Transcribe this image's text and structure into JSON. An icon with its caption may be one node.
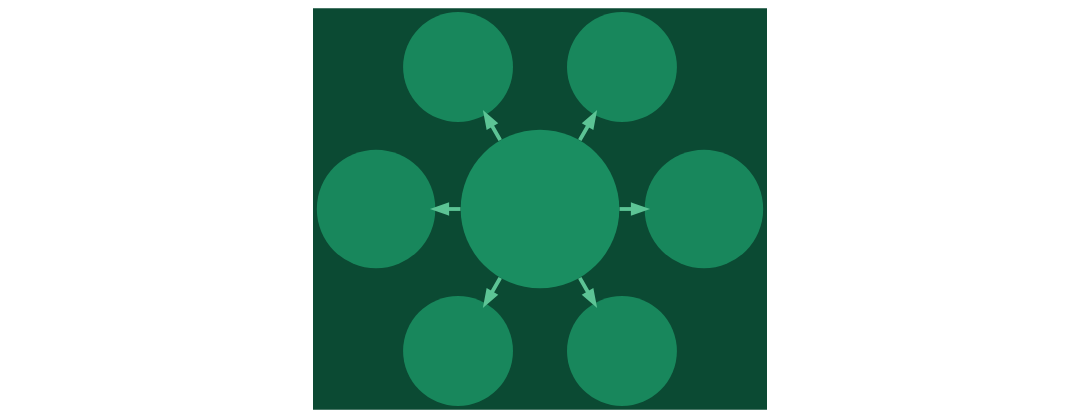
{
  "diagram": {
    "nodes": [
      {
        "text": [],
        "shape": "circle"
      },
      {
        "text": [],
        "shape": "circle"
      },
      {
        "text": [],
        "shape": "circle"
      },
      {
        "text": [],
        "shape": "circle"
      },
      {
        "text": [],
        "shape": "circle"
      },
      {
        "text": [],
        "shape": "circle"
      },
      {
        "text": [],
        "shape": "circle"
      }
    ],
    "edges": [
      {
        "from": 3,
        "to": 0,
        "arrow": "to"
      },
      {
        "from": 3,
        "to": 2,
        "arrow": "to"
      },
      {
        "from": 3,
        "to": 5,
        "arrow": "to"
      },
      {
        "from": 3,
        "to": 6,
        "arrow": "to"
      },
      {
        "from": 3,
        "to": 4,
        "arrow": "to"
      },
      {
        "from": 3,
        "to": 1,
        "arrow": "to"
      }
    ]
  }
}
